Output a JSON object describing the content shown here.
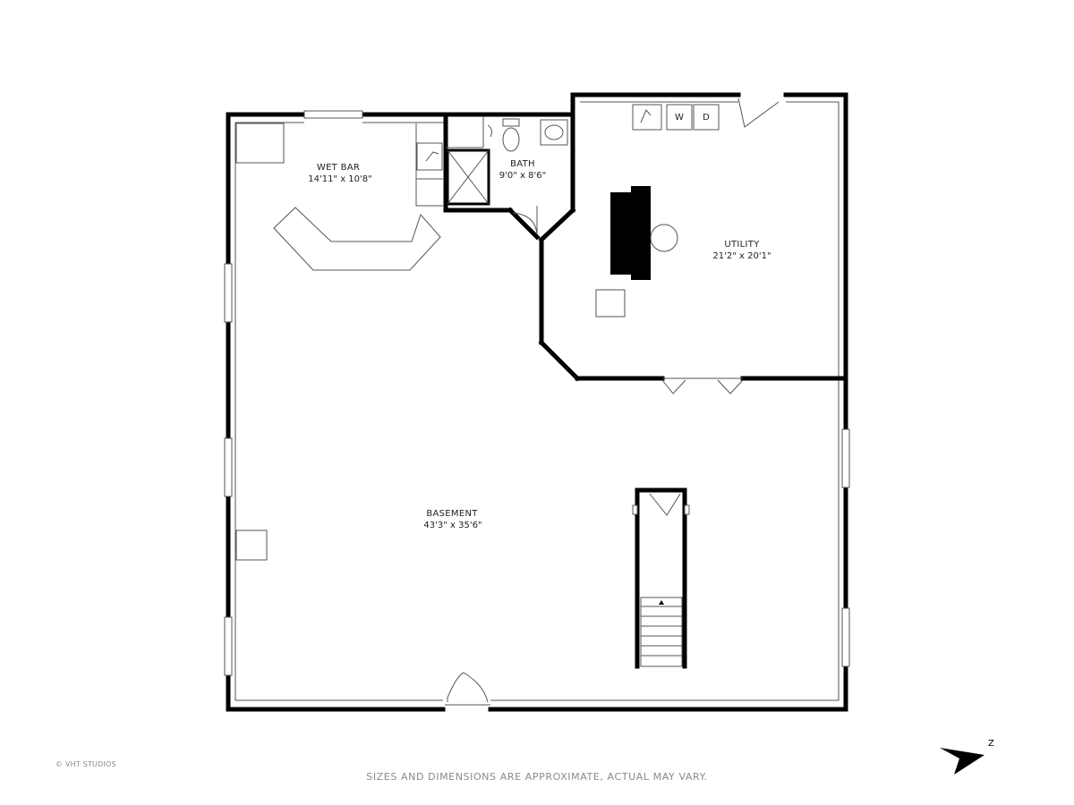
{
  "rooms": {
    "wet_bar": {
      "name": "WET BAR",
      "dims": "14'11\" x 10'8\""
    },
    "bath": {
      "name": "BATH",
      "dims": "9'0\" x 8'6\""
    },
    "utility": {
      "name": "UTILITY",
      "dims": "21'2\" x 20'1\""
    },
    "basement": {
      "name": "BASEMENT",
      "dims": "43'3\" x 35'6\""
    }
  },
  "fixture_labels": {
    "washer": "W",
    "dryer": "D"
  },
  "footer": {
    "copyright": "© VHT STUDIOS",
    "disclaimer": "SIZES AND DIMENSIONS ARE APPROXIMATE, ACTUAL MAY VARY."
  },
  "compass": {
    "letter": "Z",
    "icon": "north-arrow-icon"
  },
  "colors": {
    "wall": "#000000",
    "text": "#222222",
    "footer_text": "#8a8a8a"
  }
}
